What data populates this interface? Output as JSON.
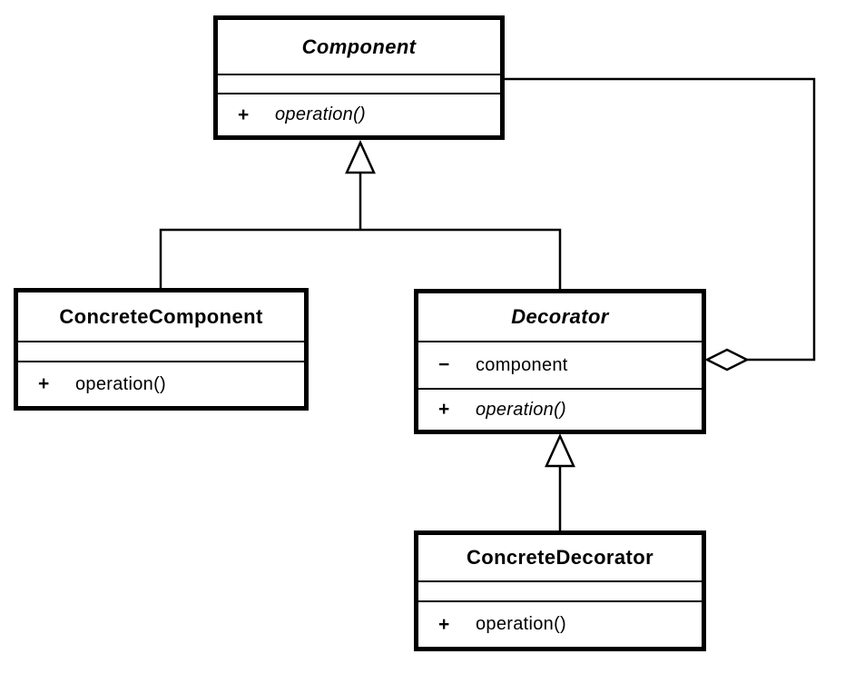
{
  "diagram": {
    "kind": "uml-class-diagram",
    "pattern": "Decorator",
    "colors": {
      "background": "#ffffff",
      "line": "#000000",
      "shape_fill": "#ffffff",
      "text": "#000000"
    }
  },
  "classes": {
    "component": {
      "name": "Component",
      "abstract": true,
      "attributes": [],
      "methods": [
        {
          "visibility": "+",
          "name": "operation()",
          "abstract": true
        }
      ]
    },
    "concrete_component": {
      "name": "ConcreteComponent",
      "abstract": false,
      "attributes": [],
      "methods": [
        {
          "visibility": "+",
          "name": "operation()",
          "abstract": false
        }
      ]
    },
    "decorator": {
      "name": "Decorator",
      "abstract": true,
      "attributes": [
        {
          "visibility": "−",
          "name": "component"
        }
      ],
      "methods": [
        {
          "visibility": "+",
          "name": "operation()",
          "abstract": true
        }
      ]
    },
    "concrete_decorator": {
      "name": "ConcreteDecorator",
      "abstract": false,
      "attributes": [],
      "methods": [
        {
          "visibility": "+",
          "name": "operation()",
          "abstract": false
        }
      ]
    }
  },
  "relationships": [
    {
      "type": "generalization",
      "from": "ConcreteComponent",
      "to": "Component"
    },
    {
      "type": "generalization",
      "from": "Decorator",
      "to": "Component"
    },
    {
      "type": "generalization",
      "from": "ConcreteDecorator",
      "to": "Decorator"
    },
    {
      "type": "aggregation",
      "from": "Decorator",
      "to": "Component"
    }
  ]
}
